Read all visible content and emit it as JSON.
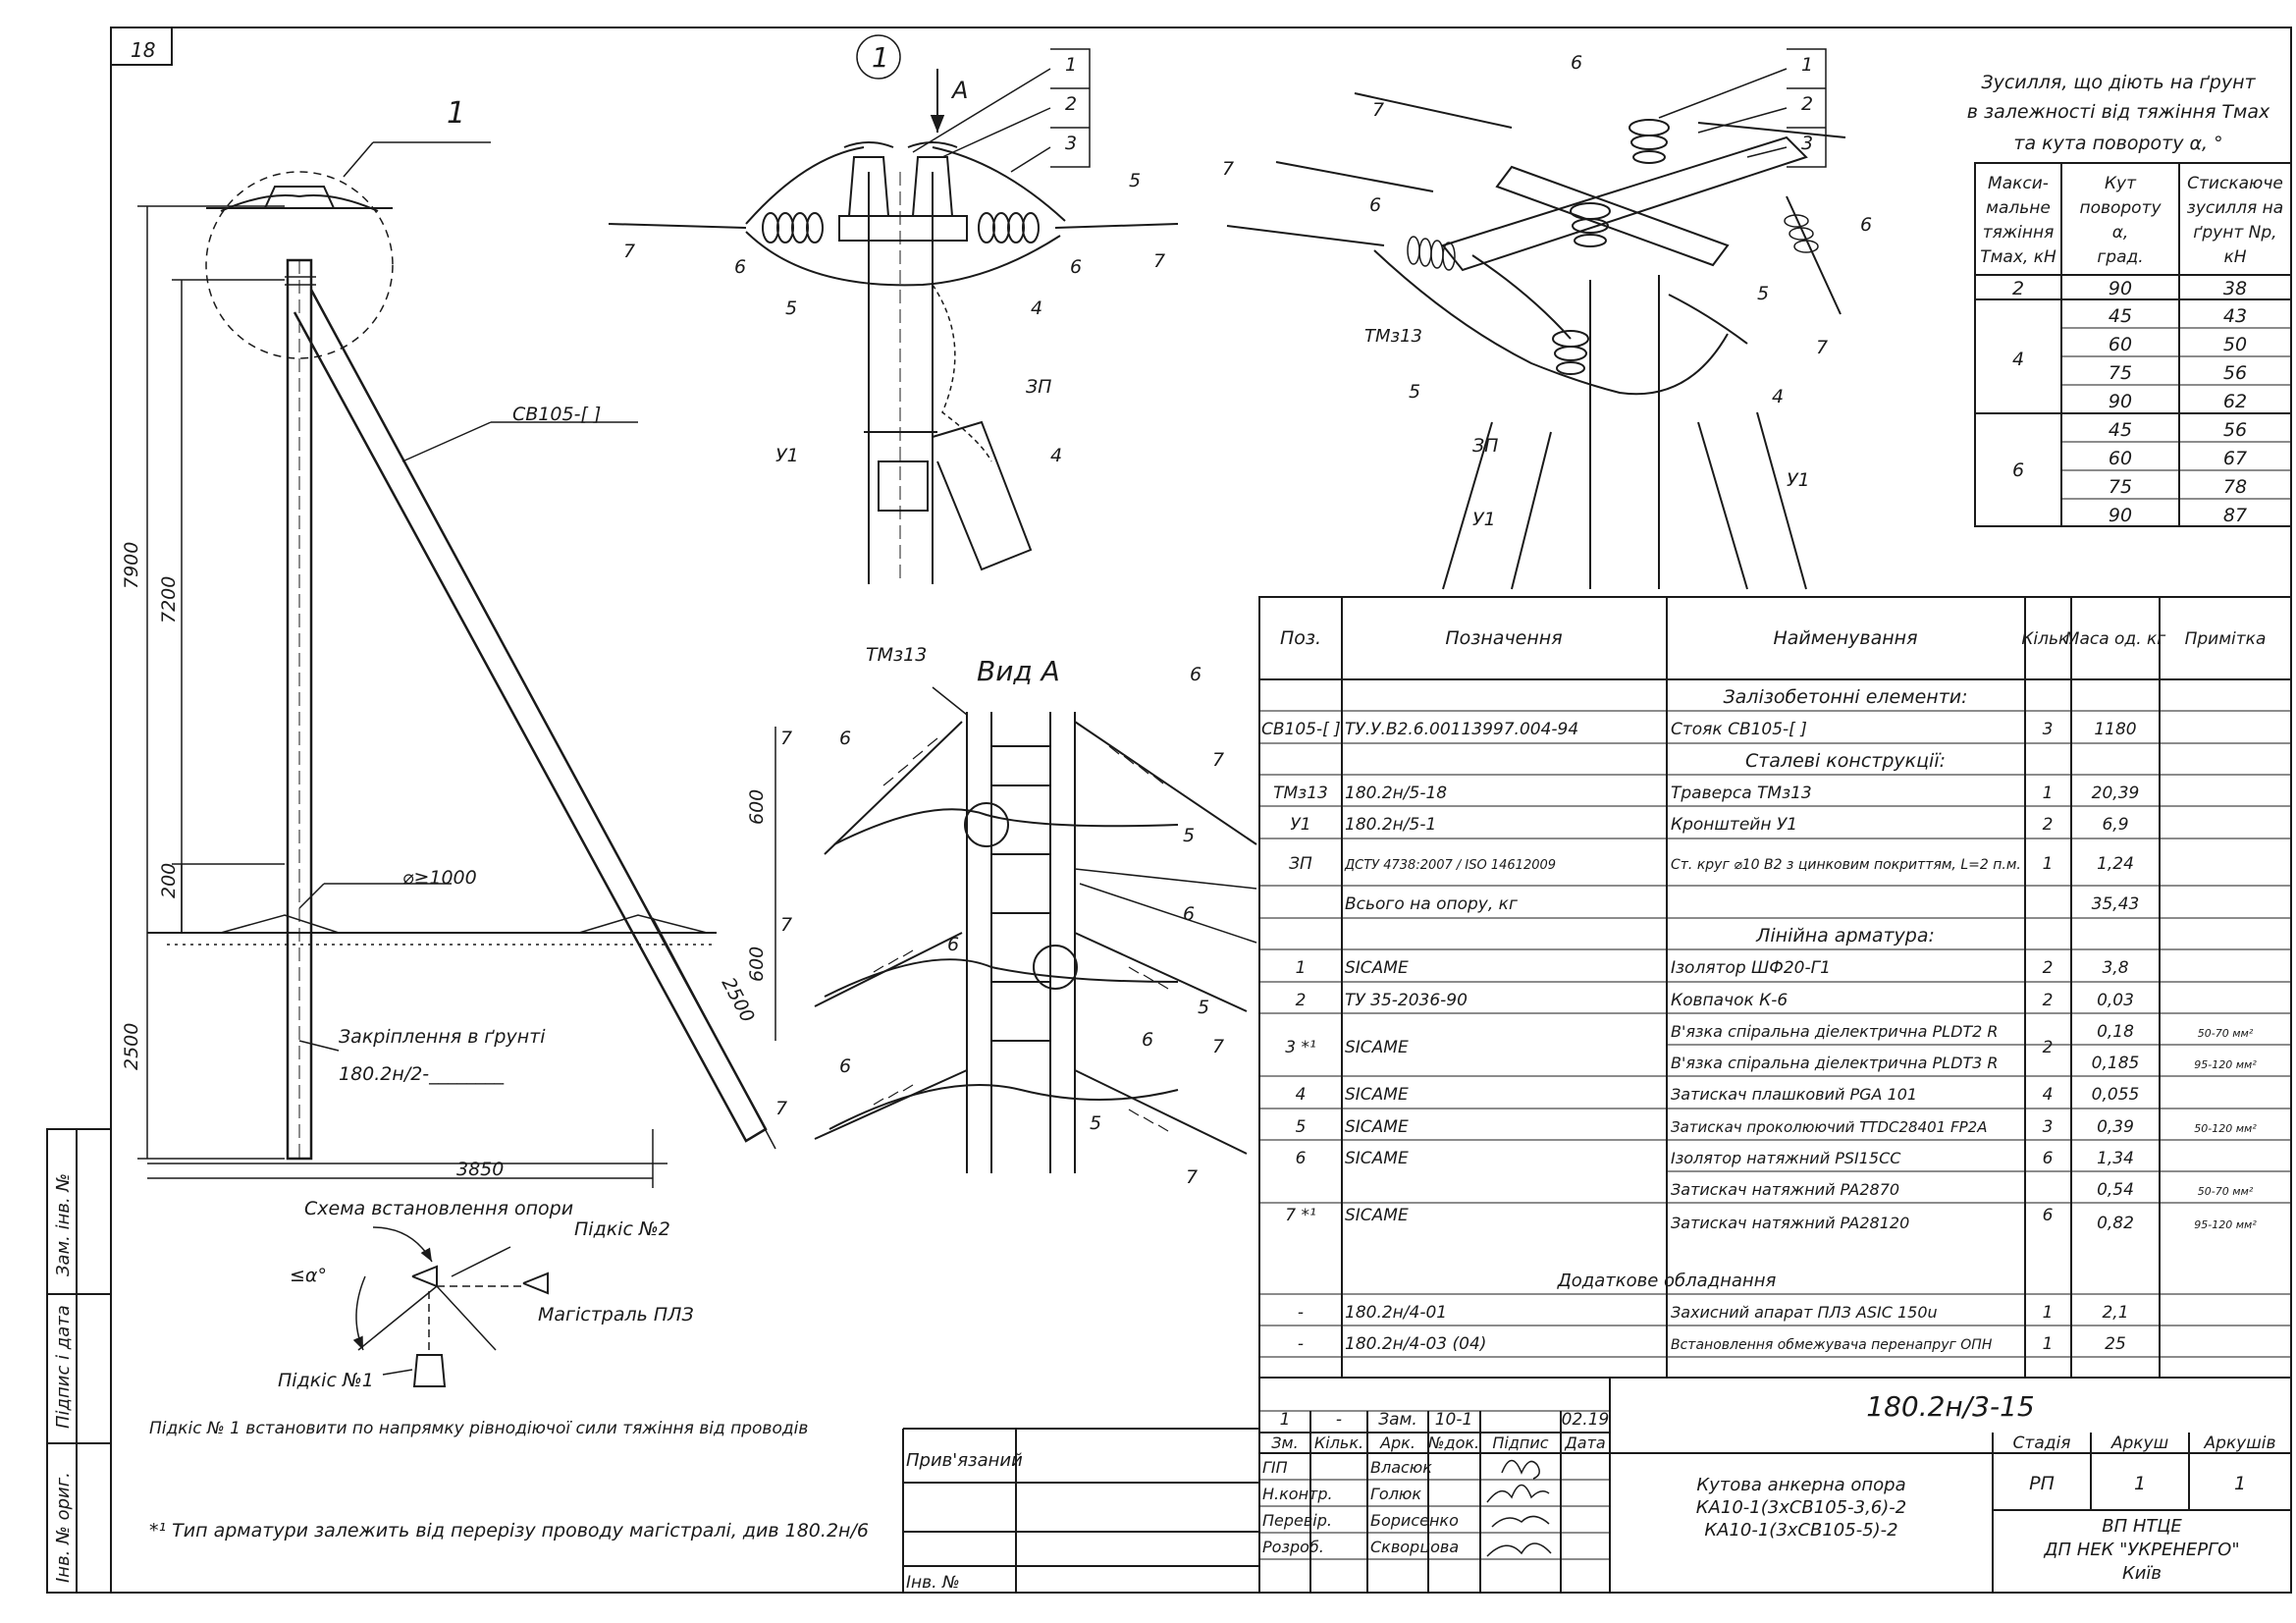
{
  "sheet": {
    "number": "18"
  },
  "elevation": {
    "callout": "1",
    "pole_label": "СВ105-[          ]",
    "dim_7900": "7900",
    "dim_7200": "7200",
    "dim_200": "200",
    "dim_2500_left": "2500",
    "dim_2500_strut": "2500",
    "dim_3850": "3850",
    "dia_label": "⌀≥1000",
    "fixing_label": "Закріплення в ґрунті",
    "fixing_ref": "180.2н/2-________"
  },
  "detail1": {
    "callout": "1",
    "arrow_label": "А",
    "labels": [
      "1",
      "2",
      "3",
      "4",
      "4",
      "5",
      "5",
      "6",
      "6",
      "7",
      "7",
      "ЗП",
      "У1"
    ]
  },
  "iso": {
    "labels": [
      "1",
      "2",
      "3",
      "4",
      "5",
      "5",
      "6",
      "6",
      "6",
      "7",
      "7",
      "7",
      "ТМз13",
      "ЗП",
      "У1",
      "У1"
    ]
  },
  "view_a": {
    "title": "Вид А",
    "tm_label": "ТМз13",
    "dim_600_top": "600",
    "dim_600_mid": "600",
    "labels": [
      "5",
      "5",
      "5",
      "6",
      "6",
      "6",
      "6",
      "6",
      "6",
      "7",
      "7",
      "7",
      "7",
      "7",
      "7"
    ]
  },
  "scheme": {
    "title": "Схема встановлення опори",
    "strut2": "Підкіс №2",
    "line": "Магістраль ПЛЗ",
    "strut1": "Підкіс №1",
    "angle": "≤α°",
    "note": "Підкіс № 1 встановити по напрямку рівнодіючої сили тяжіння від проводів",
    "footnote": "*¹ Тип арматури залежить від перерізу проводу магістралі, див 180.2н/6"
  },
  "force_table": {
    "title": [
      "Зусилля, що діють на ґрунт",
      "в залежності від тяжіння Тмах",
      "та кута повороту α, °"
    ],
    "headers": [
      [
        "Макси-",
        "мальне",
        "тяжіння",
        "Тмах, кН"
      ],
      [
        "Кут",
        "повороту",
        "α,",
        "град."
      ],
      [
        "Стискаюче",
        "зусилля на",
        "ґрунт Nр,",
        "кН"
      ]
    ],
    "groups": [
      {
        "tmax": "2",
        "rows": [
          [
            "90",
            "38"
          ]
        ]
      },
      {
        "tmax": "4",
        "rows": [
          [
            "45",
            "43"
          ],
          [
            "60",
            "50"
          ],
          [
            "75",
            "56"
          ],
          [
            "90",
            "62"
          ]
        ]
      },
      {
        "tmax": "6",
        "rows": [
          [
            "45",
            "56"
          ],
          [
            "60",
            "67"
          ],
          [
            "75",
            "78"
          ],
          [
            "90",
            "87"
          ]
        ]
      }
    ]
  },
  "spec": {
    "headers": [
      "Поз.",
      "Позначення",
      "Найменування",
      "Кільк.",
      "Маса од. кг",
      "Примітка"
    ],
    "rows": [
      {
        "type": "section",
        "name": "Залізобетонні елементи:"
      },
      {
        "pos": "СВ105-[  ]",
        "code": "ТУ.У.В2.6.00113997.004-94",
        "name": "Стояк СВ105-[          ]",
        "qty": "3",
        "mass": "1180",
        "note": ""
      },
      {
        "type": "section",
        "name": "Сталеві конструкції:"
      },
      {
        "pos": "ТМз13",
        "code": "180.2н/5-18",
        "name": "Траверса ТМз13",
        "qty": "1",
        "mass": "20,39",
        "note": ""
      },
      {
        "pos": "У1",
        "code": "180.2н/5-1",
        "name": "Кронштейн У1",
        "qty": "2",
        "mass": "6,9",
        "note": ""
      },
      {
        "pos": "ЗП",
        "code": "ДСТУ 4738:2007 / ISO 14612009",
        "name": "Ст. круг ⌀10 В2 з цинковим покриттям, L=2 п.м.",
        "qty": "1",
        "mass": "1,24",
        "note": ""
      },
      {
        "pos": "",
        "code": "Всього на опору, кг",
        "name": "",
        "qty": "",
        "mass": "35,43",
        "note": ""
      },
      {
        "type": "section",
        "name": "Лінійна арматура:"
      },
      {
        "pos": "1",
        "code": "SICAME",
        "name": "Ізолятор ШФ20-Г1",
        "qty": "2",
        "mass": "3,8",
        "note": ""
      },
      {
        "pos": "2",
        "code": "ТУ 35-2036-90",
        "name": "Ковпачок К-6",
        "qty": "2",
        "mass": "0,03",
        "note": ""
      },
      {
        "pos": "3 *¹",
        "code": "SICAME",
        "name": "В'язка спіральна діелектрична PLDT2 R",
        "qty": "2",
        "mass": "0,18",
        "note": "50-70 мм²"
      },
      {
        "pos": "",
        "code": "",
        "name": "В'язка спіральна діелектрична PLDT3 R",
        "qty": "",
        "mass": "0,185",
        "note": "95-120 мм²"
      },
      {
        "pos": "4",
        "code": "SICAME",
        "name": "Затискач плашковий PGA 101",
        "qty": "4",
        "mass": "0,055",
        "note": ""
      },
      {
        "pos": "5",
        "code": "SICAME",
        "name": "Затискач проколюючий TTDC28401 FP2A",
        "qty": "3",
        "mass": "0,39",
        "note": "50-120 мм²"
      },
      {
        "pos": "6",
        "code": "SICAME",
        "name": "Ізолятор натяжний PSI15CC",
        "qty": "6",
        "mass": "1,34",
        "note": ""
      },
      {
        "pos": "7 *¹",
        "code": "SICAME",
        "name": "Затискач натяжний PA2870",
        "qty": "6",
        "mass": "0,54",
        "note": "50-70 мм²"
      },
      {
        "pos": "",
        "code": "",
        "name": "Затискач натяжний PA28120",
        "qty": "",
        "mass": "0,82",
        "note": "95-120 мм²"
      },
      {
        "type": "section",
        "name": "Додаткове обладнання"
      },
      {
        "pos": "-",
        "code": "180.2н/4-01",
        "name": "Захисний апарат ПЛЗ ASIC 150u",
        "qty": "1",
        "mass": "2,1",
        "note": ""
      },
      {
        "pos": "-",
        "code": "180.2н/4-03 (04)",
        "name": "Встановлення обмежувача перенапруг ОПН",
        "qty": "1",
        "mass": "25",
        "note": ""
      }
    ]
  },
  "stamp": {
    "rev": [
      "1",
      "-",
      "Зам.",
      "10-1",
      "",
      "02.19"
    ],
    "head": [
      "Зм.",
      "Кільк.",
      "Арк.",
      "№док.",
      "Підпис",
      "Дата"
    ],
    "people": [
      [
        "ГІП",
        "Власюк"
      ],
      [
        "Н.контр.",
        "Голюк"
      ],
      [
        "Перевір.",
        "Борисенко"
      ],
      [
        "Розроб.",
        "Скворцова"
      ]
    ],
    "doc_code": "180.2н/3-15",
    "title_lines": [
      "Кутова анкерна опора",
      "КА10-1(3хСВ105-3,6)-2",
      "КА10-1(3хСВ105-5)-2"
    ],
    "stage_h": "Стадія",
    "sheet_h": "Аркуш",
    "sheets_h": "Аркушів",
    "stage": "РП",
    "sheet": "1",
    "sheets": "1",
    "org": [
      "ВП НТЦЕ",
      "ДП НЕК \"УКРЕНЕРГО\"",
      "Київ"
    ],
    "bound": "Прив'язаний",
    "inv": "Інв. №"
  },
  "side_stamp": [
    "Зам. інв. №",
    "Підпис і дата",
    "Інв. № ориг."
  ]
}
